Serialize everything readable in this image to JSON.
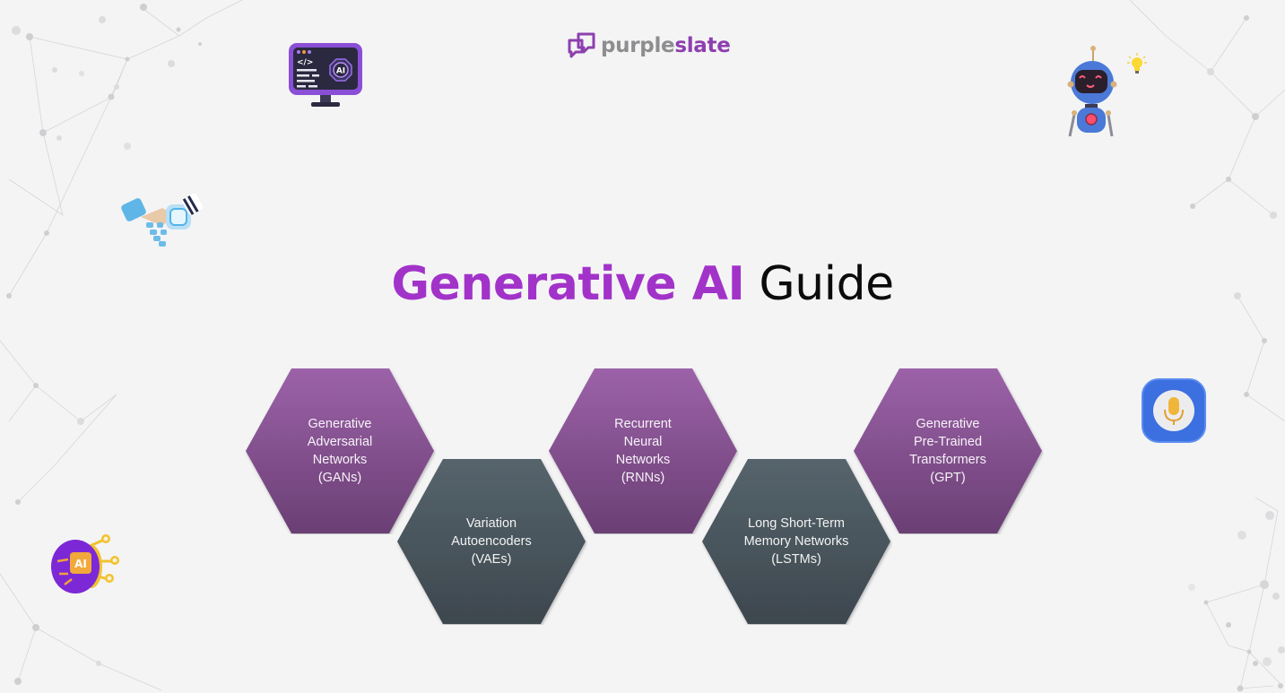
{
  "brand": {
    "name_part1": "purple",
    "name_part2": "slate",
    "colors": {
      "grey": "#8e8e90",
      "purple": "#8d3fae"
    }
  },
  "title": {
    "accent": "Generative AI",
    "rest": "Guide",
    "accent_color": "#a233c9",
    "rest_color": "#0b0b0b"
  },
  "hexagons": [
    {
      "id": "gan",
      "style": "purple",
      "lines": [
        "Generative",
        "Adversarial",
        "Networks",
        "(GANs)"
      ]
    },
    {
      "id": "vae",
      "style": "slate",
      "lines": [
        "Variation",
        "Autoencoders",
        "(VAEs)"
      ]
    },
    {
      "id": "rnn",
      "style": "purple",
      "lines": [
        "Recurrent",
        "Neural",
        "Networks",
        "(RNNs)"
      ]
    },
    {
      "id": "lstm",
      "style": "slate",
      "lines": [
        "Long Short-Term",
        "Memory Networks",
        "(LSTMs)"
      ]
    },
    {
      "id": "gpt",
      "style": "purple",
      "lines": [
        "Generative",
        "Pre-Trained",
        "Transformers",
        "(GPT)"
      ]
    }
  ],
  "colors": {
    "purple_top": "#9c62a8",
    "purple_bottom": "#6a3f74",
    "slate_top": "#56646c",
    "slate_bottom": "#3d474e",
    "background": "#f4f4f5"
  },
  "decorations": {
    "monitor_badge": "AI",
    "brain_badge": "AI",
    "icons": [
      "ai-monitor-icon",
      "robot-icon",
      "lightbulb-icon",
      "robot-handshake-icon",
      "microphone-icon",
      "ai-brain-icon"
    ]
  }
}
